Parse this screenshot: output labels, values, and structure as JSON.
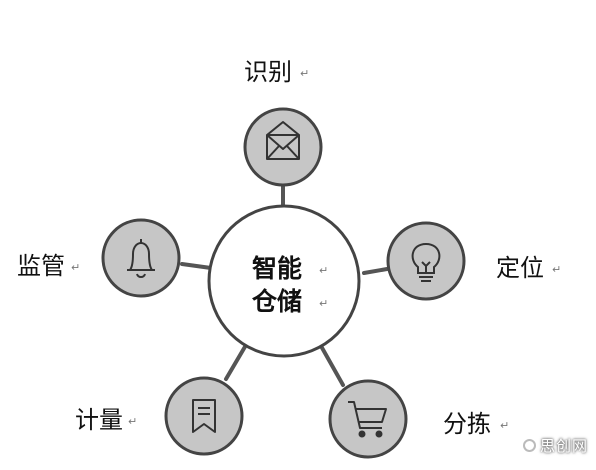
{
  "center": {
    "line1": "智能",
    "line2": "仓储"
  },
  "nodes": {
    "identify": {
      "label": "识别",
      "icon": "envelope-icon"
    },
    "locate": {
      "label": "定位",
      "icon": "lightbulb-icon"
    },
    "sort": {
      "label": "分拣",
      "icon": "shopping-cart-icon"
    },
    "measure": {
      "label": "计量",
      "icon": "bookmark-icon"
    },
    "monitor": {
      "label": "监管",
      "icon": "bell-icon"
    }
  },
  "paragraph_mark": "↵",
  "watermark": "思创网",
  "colors": {
    "node_fill": "#c6c6c6",
    "stroke": "#444444",
    "center_fill": "#ffffff"
  }
}
